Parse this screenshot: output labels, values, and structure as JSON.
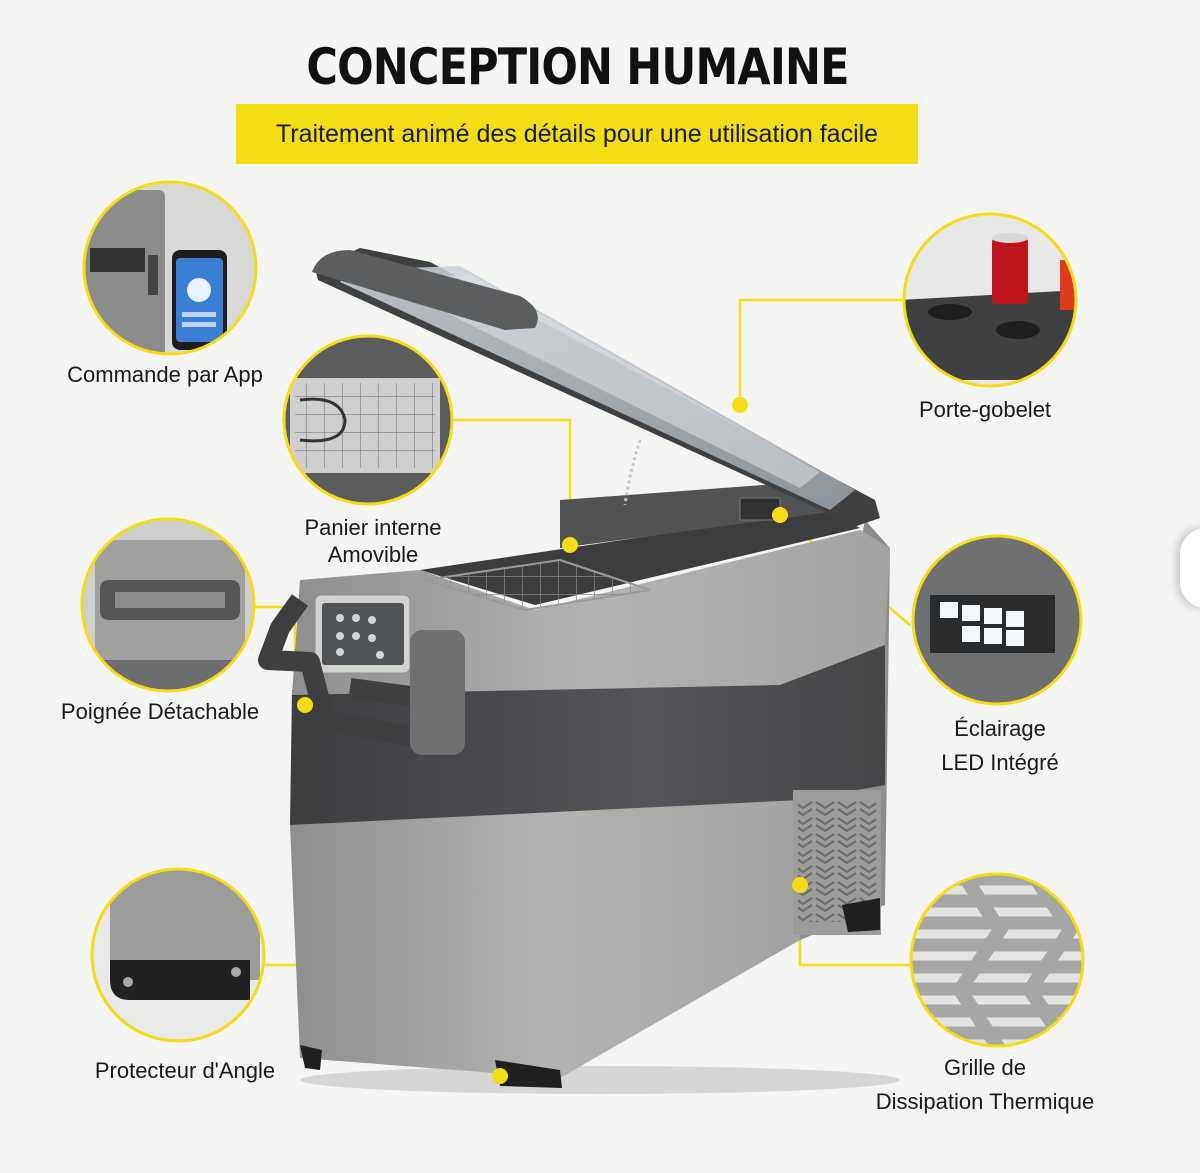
{
  "heading": {
    "title": "CONCEPTION HUMAINE",
    "subtitle": "Traitement animé des détails pour une utilisation facile"
  },
  "features": {
    "app": "Commande par App",
    "cup": "Porte-gobelet",
    "basket_line1": "Panier interne",
    "basket_line2": "Amovible",
    "handle": "Poignée Détachable",
    "led_line1": "Éclairage",
    "led_line2": "LED Intégré",
    "corner": "Protecteur d'Angle",
    "grille_line1": "Grille de",
    "grille_line2": "Dissipation Thermique"
  },
  "colors": {
    "accent_yellow": "#f3dd14",
    "fridge_light": "#a9a9a7",
    "fridge_dark": "#4a4c4e",
    "background": "#f4f4f3"
  }
}
